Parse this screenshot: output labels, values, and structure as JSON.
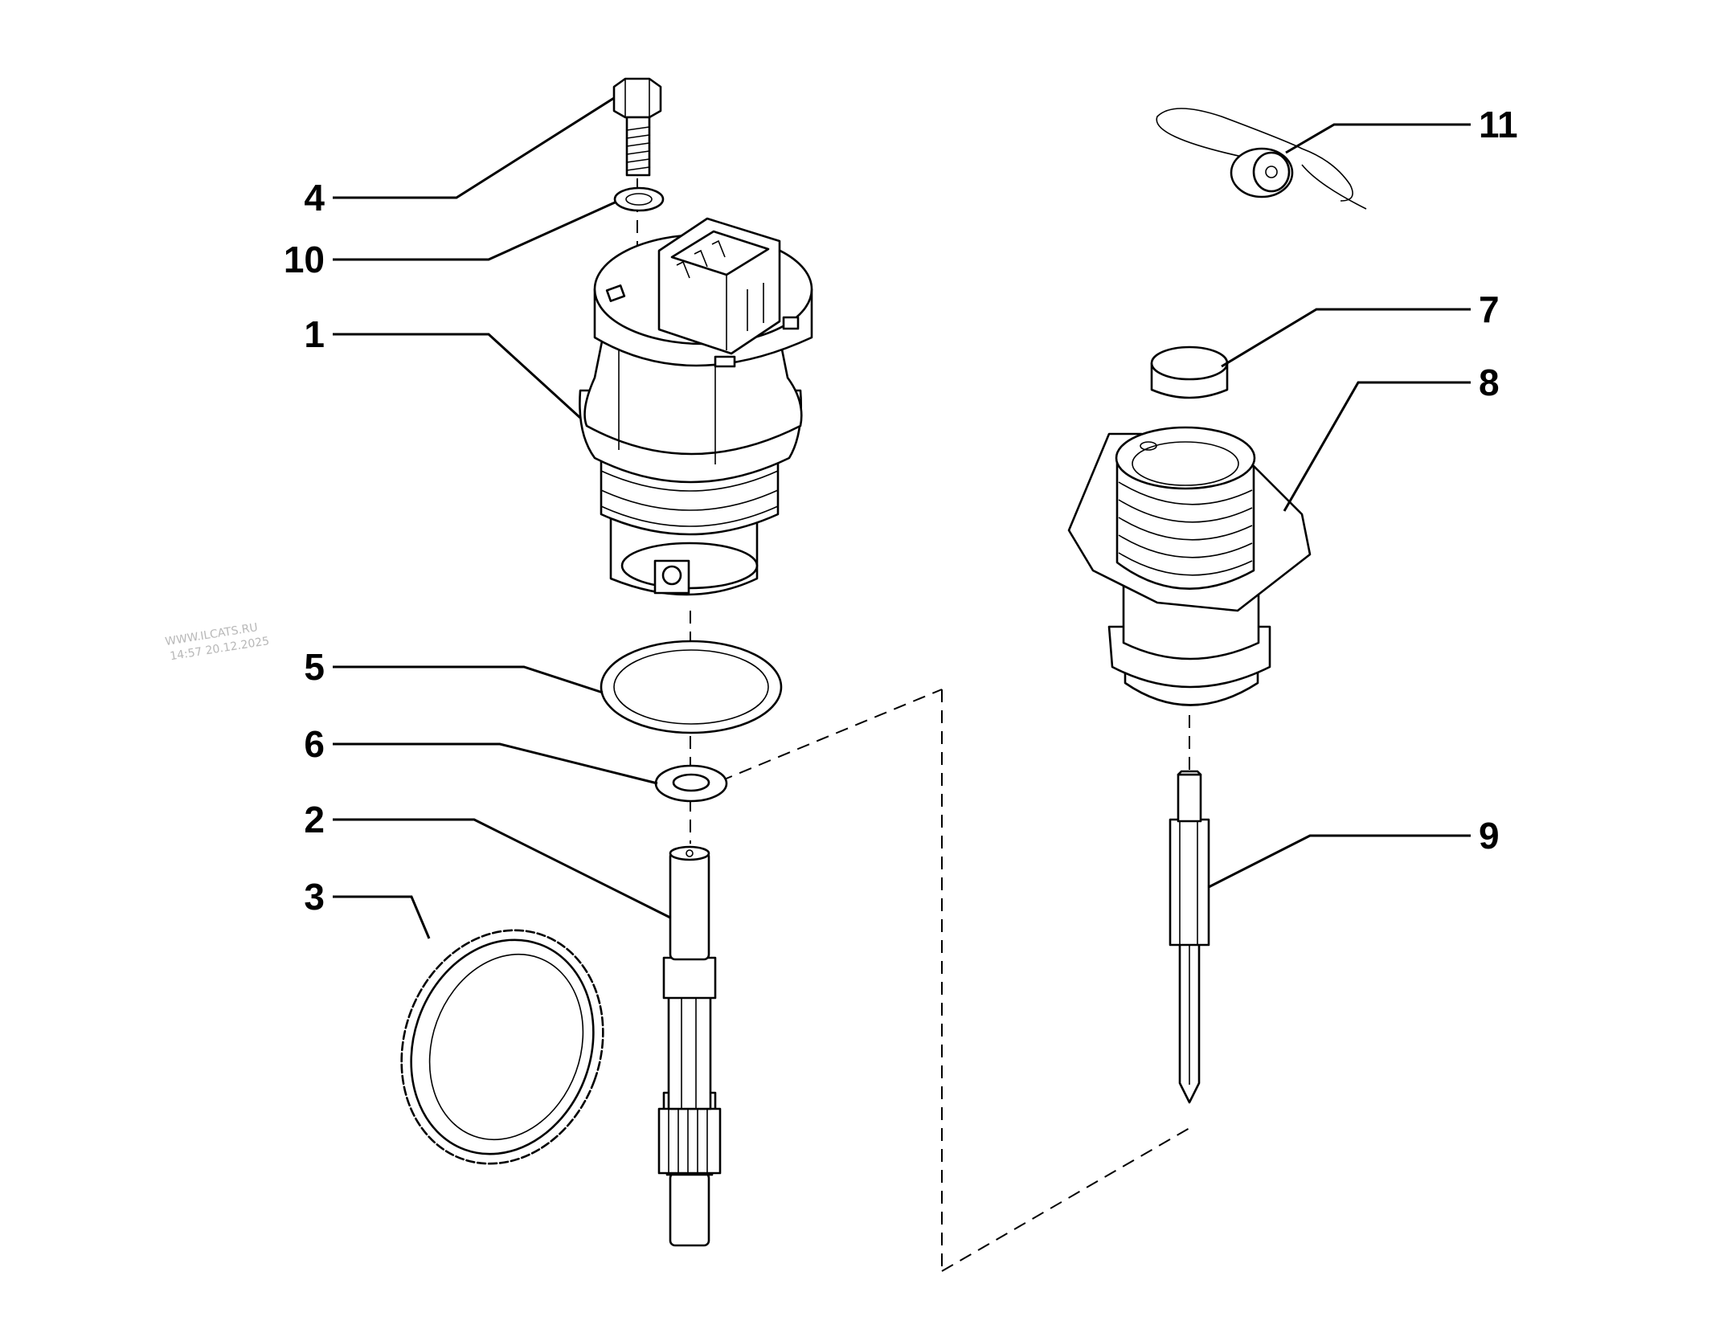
{
  "watermark": {
    "line1": "WWW.ILCATS.RU",
    "line2": "14:57 20.12.2025"
  },
  "callouts": [
    {
      "id": "4",
      "text": "4"
    },
    {
      "id": "10",
      "text": "10"
    },
    {
      "id": "1",
      "text": "1"
    },
    {
      "id": "5",
      "text": "5"
    },
    {
      "id": "6",
      "text": "6"
    },
    {
      "id": "2",
      "text": "2"
    },
    {
      "id": "3",
      "text": "3"
    },
    {
      "id": "11",
      "text": "11"
    },
    {
      "id": "7",
      "text": "7"
    },
    {
      "id": "8",
      "text": "8"
    },
    {
      "id": "9",
      "text": "9"
    }
  ]
}
